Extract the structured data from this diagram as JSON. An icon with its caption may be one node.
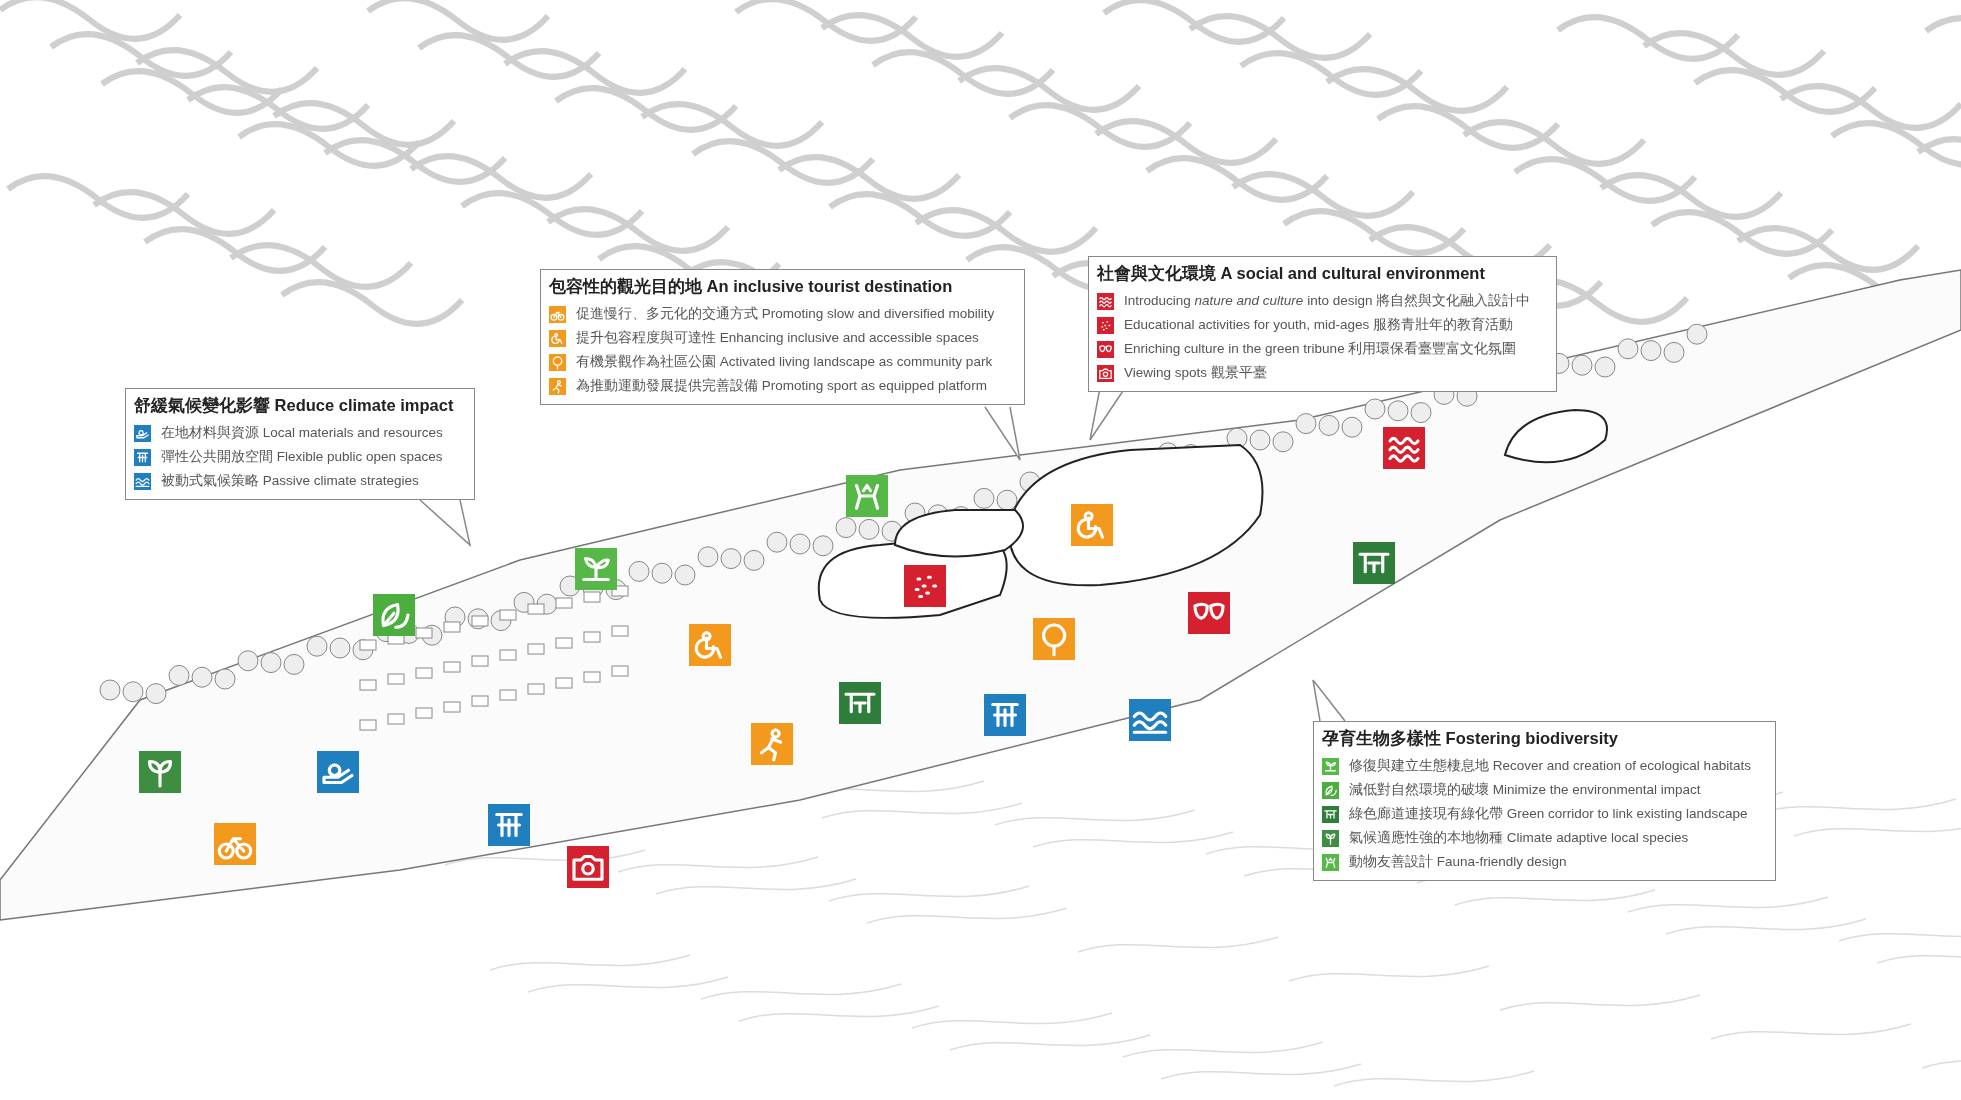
{
  "diagram": {
    "nodes": [
      {
        "text": [
          "舒緩氣候變化影響 Reduce climate impact",
          "在地材料與資源 Local materials and resources",
          "彈性公共開放空間 Flexible public open spaces",
          "被動式氣候策略 Passive climate strategies"
        ]
      },
      {
        "text": [
          "包容性的觀光目的地  An inclusive tourist destination",
          "促進慢行、多元化的交通方式 Promoting slow and diversified mobility",
          "提升包容程度與可達性 Enhancing inclusive and accessible spaces",
          "有機景觀作為社區公園 Activated living landscape as community park",
          "為推動運動發展提供完善設備 Promoting sport as equipped platform"
        ]
      },
      {
        "text": [
          "社會與文化環境 A social and cultural environment",
          "Introducing *nature and culture* into design 將自然與文化融入設計中",
          "Educational activities for youth, mid-ages 服務青壯年的教育活動",
          "Enriching culture in the green tribune 利用環保看臺豐富文化氛圍",
          "Viewing spots 觀景平臺"
        ]
      },
      {
        "text": [
          "孕育生物多樣性 Fostering biodiversity",
          "修復與建立生態棲息地 Recover and creation of ecological habitats",
          "減低對自然環境的破壞 Minimize the environmental impact",
          "綠色廊道連接現有綠化帶 Green corridor to link existing landscape",
          "氣候適應性強的本地物種 Climate adaptive local species",
          "動物友善設計 Fauna-friendly design"
        ]
      }
    ]
  }
}
